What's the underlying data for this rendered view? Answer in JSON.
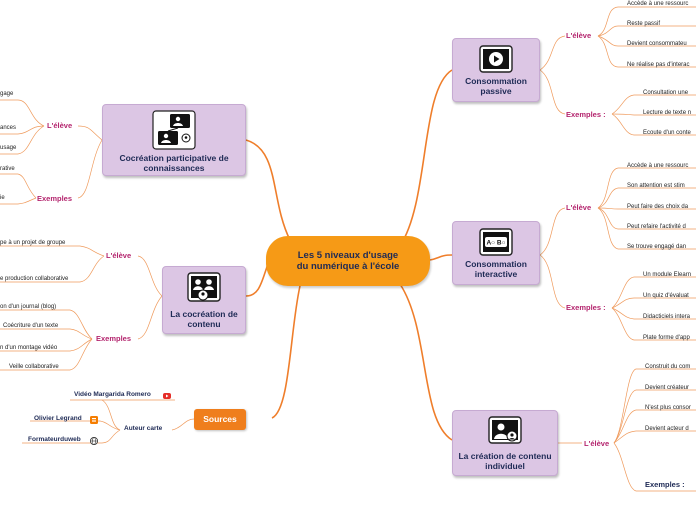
{
  "central": {
    "title": "Les 5 niveaux d'usage du numérique à l'école"
  },
  "sources": {
    "label": "Sources",
    "authors_label": "Auteur carte",
    "items": [
      {
        "name": "Vidéo Margarida Romero",
        "icon": "youtube-icon"
      },
      {
        "name": "Olivier Legrand",
        "icon": "blogger-icon"
      },
      {
        "name": "Formateurduweb",
        "icon": "globe-icon"
      }
    ]
  },
  "consommation_passive": {
    "title": "Consommation passive",
    "icon": "play-screen-icon",
    "eleve_label": "L'élève",
    "eleve": [
      "Accède à une ressourc",
      "Reste passif",
      "Devient consommateu",
      "Ne réalise pas d'interac"
    ],
    "exemples_label": "Exemples :",
    "exemples": [
      "Consultation une",
      "Lecture de texte n",
      "Ecoute d'un conte"
    ]
  },
  "consommation_interactive": {
    "title": "Consommation interactive",
    "icon": "abc-screen-icon",
    "eleve_label": "L'élève",
    "eleve": [
      "Accède à une ressourc",
      "Son attention est stim",
      "Peut faire des choix da",
      "Peut refaire l'activité d",
      "Se trouve  engagé dan"
    ],
    "exemples_label": "Exemples :",
    "exemples": [
      "Un module Elearn",
      "Un quiz d'évaluat",
      "Didacticiels intera",
      "Plate forme d'app"
    ]
  },
  "creation_individuel": {
    "title": "La création de contenu individuel",
    "icon": "person-screen-icon",
    "eleve_label": "L'élève",
    "eleve": [
      "Construit du com",
      "Devient créateur",
      "N'est plus consor",
      "Devient acteur d"
    ],
    "exemples_label": "Exemples :"
  },
  "cocreation_participative": {
    "title": "Cocréation participative de connaissances",
    "icon": "network-screens-icon",
    "eleve_label": "L'élève",
    "eleve": [
      "gage",
      "ances",
      "usage"
    ],
    "exemples_label": "Exemples",
    "exemples": [
      "rative",
      "ie"
    ]
  },
  "cocreation_contenu": {
    "title": "La cocréation de contenu",
    "icon": "group-screen-icon",
    "eleve_label": "L'élève",
    "eleve": [
      "pe à un projet de groupe",
      "e production collaborative"
    ],
    "exemples_label": "Exemples",
    "exemples": [
      "on d'un journal (blog)",
      "Coécriture d'un texte",
      "n d'un montage vidéo",
      "Veille collaborative"
    ]
  }
}
